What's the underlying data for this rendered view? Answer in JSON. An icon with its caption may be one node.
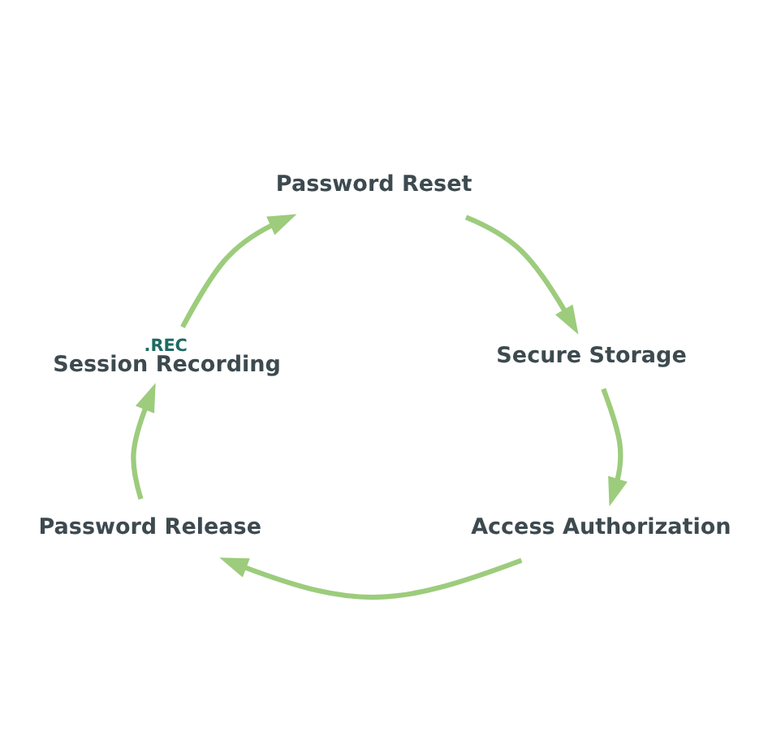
{
  "diagram": {
    "nodes": [
      {
        "text": [
          "Password Reset"
        ]
      },
      {
        "text": [
          "Secure Storage"
        ]
      },
      {
        "text": [
          "Access Authorization"
        ]
      },
      {
        "text": [
          "Password Release"
        ]
      },
      {
        "text": [
          "Session Recording"
        ],
        "beside": [
          ".REC"
        ]
      }
    ],
    "edges": [
      {
        "from": 0,
        "to": 1,
        "arrow": "to"
      },
      {
        "from": 1,
        "to": 2,
        "arrow": "to"
      },
      {
        "from": 2,
        "to": 3,
        "arrow": "to"
      },
      {
        "from": 3,
        "to": 4,
        "arrow": "to"
      },
      {
        "from": 4,
        "to": 0,
        "arrow": "to"
      }
    ]
  }
}
